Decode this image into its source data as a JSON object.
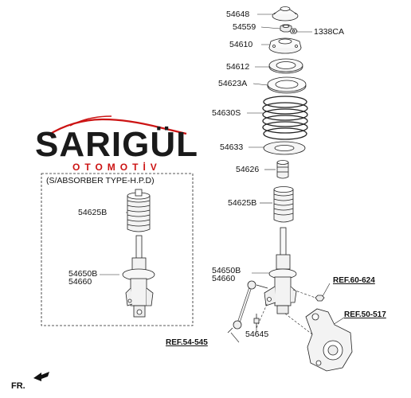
{
  "logo": {
    "main": "SARIGÜL",
    "sub": "OTOMOTİV",
    "colors": {
      "dark": "#1a1a1a",
      "red": "#cc1414"
    }
  },
  "variant_box": {
    "title": "(S/ABSORBER TYPE-H.P.D)",
    "labels": {
      "bumper": "54625B",
      "strut_a": "54650B",
      "strut_b": "54660"
    }
  },
  "parts": {
    "p54648": "54648",
    "p54559": "54559",
    "p1338CA": "1338CA",
    "p54610": "54610",
    "p54612": "54612",
    "p54623A": "54623A",
    "p54630S": "54630S",
    "p54633": "54633",
    "p54626": "54626",
    "p54625B": "54625B",
    "p54650B": "54650B",
    "p54660": "54660",
    "p54645": "54645"
  },
  "refs": {
    "r60_624": "REF.60-624",
    "r50_517": "REF.50-517",
    "r54_545": "REF.54-545"
  },
  "direction": {
    "fr": "FR."
  }
}
